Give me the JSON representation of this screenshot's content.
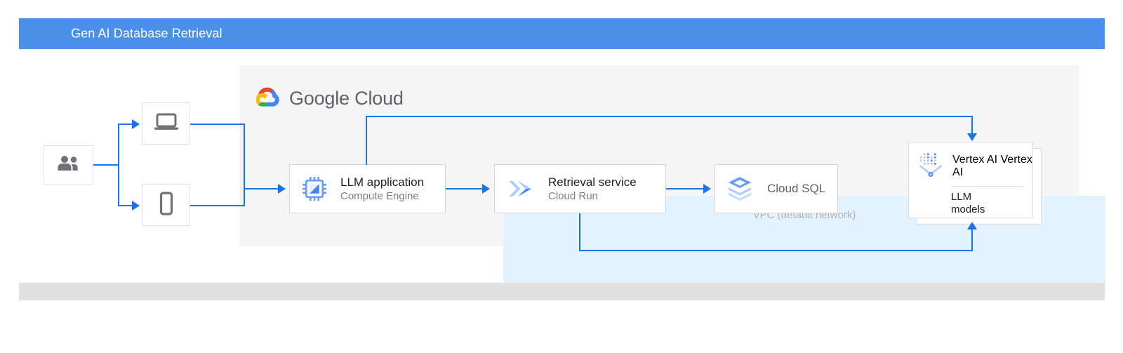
{
  "header": {
    "title": "Gen AI Database Retrieval",
    "background_color": "#4a90e8",
    "text_color": "#ffffff"
  },
  "footer": {
    "background_color": "#e0e0e0"
  },
  "cloud_panel": {
    "logo_name": "google-cloud-logo",
    "brand_text": "Google Cloud",
    "background_color": "#f5f5f5"
  },
  "vpc": {
    "label": "VPC (default network)",
    "background_color": "#e3f2fd",
    "label_color": "#b0b4b8"
  },
  "clients": {
    "users": {
      "icon": "people-icon",
      "alt": "Users"
    },
    "laptop": {
      "icon": "laptop-icon",
      "alt": "Laptop client"
    },
    "mobile": {
      "icon": "mobile-phone-icon",
      "alt": "Mobile client"
    }
  },
  "nodes": [
    {
      "id": "llm-application",
      "icon": "compute-engine-chip-icon",
      "title": "LLM application",
      "subtitle": "Compute Engine"
    },
    {
      "id": "retrieval-service",
      "icon": "cloud-run-icon",
      "title": "Retrieval service",
      "subtitle": "Cloud Run"
    },
    {
      "id": "cloud-sql",
      "icon": "cloud-sql-stack-icon",
      "title": "Cloud SQL",
      "subtitle": ""
    }
  ],
  "vertex": {
    "icon": "vertex-ai-icon",
    "title": "Vertex AI",
    "subtitle": "Vertex AI",
    "body": "LLM\nmodels",
    "body_line1": "LLM",
    "body_line2": "models"
  },
  "colors": {
    "connector": "#1a73e8",
    "node_border": "#d4d6d8",
    "text_primary": "#202124",
    "text_secondary": "#7a7f85"
  }
}
